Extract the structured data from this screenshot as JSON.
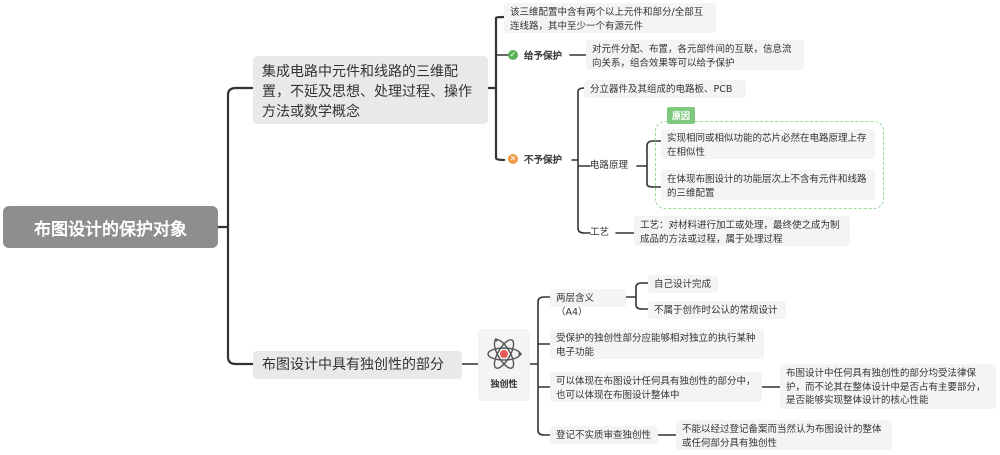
{
  "colors": {
    "line": "#333333",
    "root_bg": "#8e8e8e",
    "main_bg": "#e9e9e9",
    "leaf_bg": "#f4f4f4",
    "protect_green": "#58b358",
    "no_protect_orange": "#f09a46",
    "dashed_green": "#9ad79a",
    "reason_label_bg": "#7fc97f",
    "atom_nucleus": "#e85a5a",
    "atom_orbit": "#555555"
  },
  "root": {
    "title": "布图设计的保护对象"
  },
  "branch1": {
    "title": "集成电路中元件和线路的三维配置，不延及思想、处理过程、操作方法或数学概念",
    "definition": "该三维配置中含有两个以上元件和部分/全部互连线路，其中至少一个有源元件",
    "protect": {
      "label": "给予保护",
      "icon": "check-icon",
      "desc": "对元件分配、布置，各元部件间的互联，信息流向关系，组合效果等可以给予保护"
    },
    "no_protect": {
      "label": "不予保护",
      "icon": "cross-icon",
      "discrete": "分立器件及其组成的电路板、PCB",
      "principle": {
        "label": "电路原理",
        "reason_label": "原因",
        "reasons": [
          "实现相同或相似功能的芯片必然在电路原理上存在相似性",
          "在体现布图设计的功能层次上不含有元件和线路的三维配置"
        ]
      },
      "process": {
        "label": "工艺",
        "desc": "工艺：对材料进行加工或处理，最终使之成为制成品的方法或过程，属于处理过程"
      }
    }
  },
  "branch2": {
    "title": "布图设计中具有独创性的部分",
    "icon_label": "独创性",
    "icon": "atom-icon",
    "meaning": {
      "label": "两层含义（A4）",
      "items": [
        "自己设计完成",
        "不属于创作时公认的常规设计"
      ]
    },
    "function_item": "受保护的独创性部分应能够相对独立的执行某种电子功能",
    "whole_or_part": {
      "label": "可以体现在布图设计任何具有独创性的部分中，也可以体现在布图设计整体中",
      "desc": "布图设计中任何具有独创性的部分均受法律保护，而不论其在整体设计中是否占有主要部分，是否能够实现整体设计的核心性能"
    },
    "registration": {
      "label": "登记不实质审查独创性",
      "desc": "不能以经过登记备案而当然认为布图设计的整体或任何部分具有独创性"
    }
  }
}
